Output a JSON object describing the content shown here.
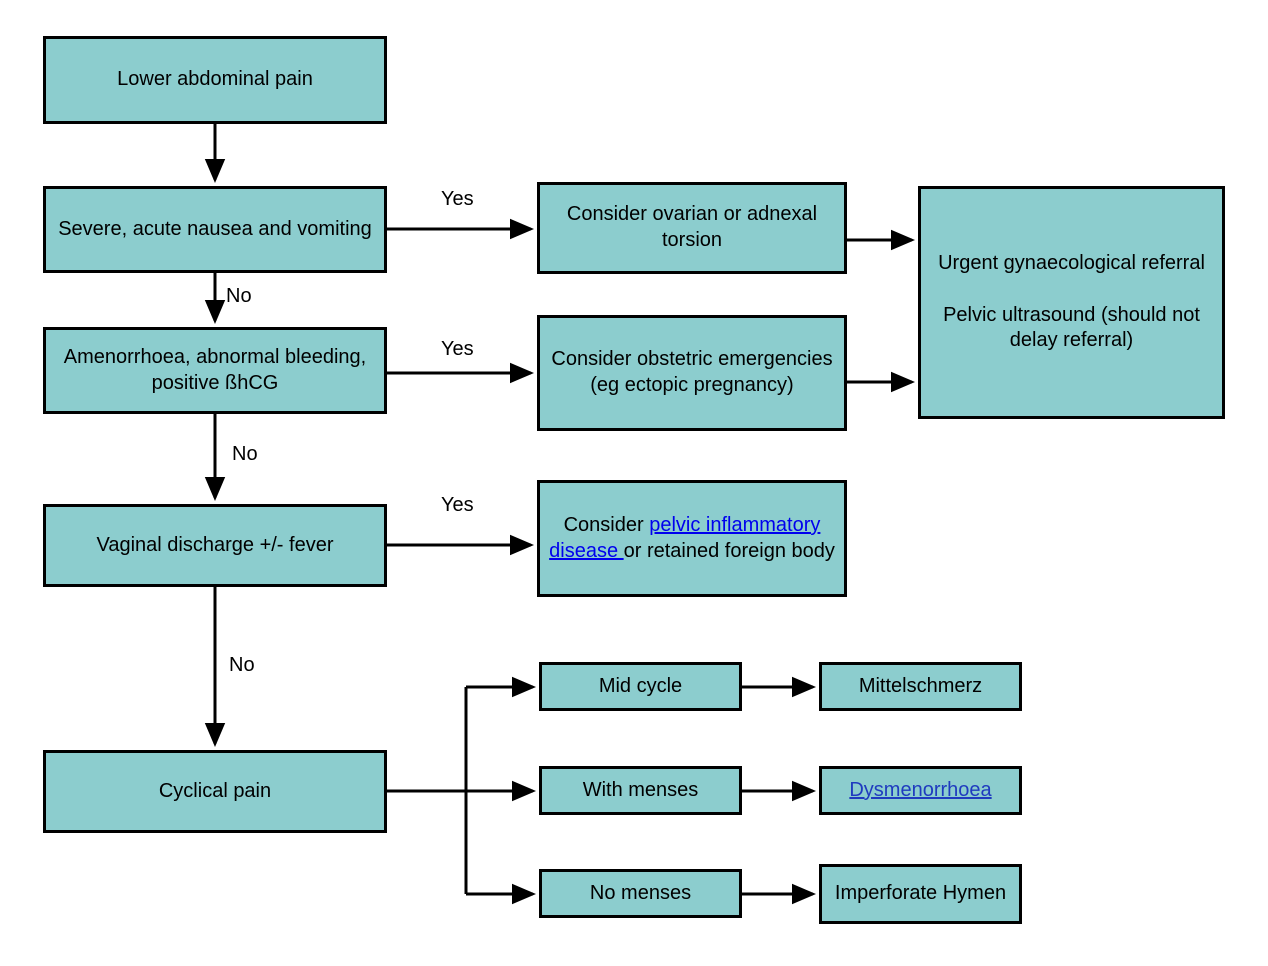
{
  "diagram": {
    "title": "Lower abdominal pain assessment flowchart",
    "colors": {
      "node_fill": "#8CCDCE",
      "node_border": "#000000",
      "connector": "#000000",
      "link_text": "#0000EE",
      "link_text_alt": "#1F3BBF",
      "background": "#FFFFFF"
    }
  },
  "nodes": {
    "lower_abdominal_pain": "Lower abdominal pain",
    "severe_nausea": "Severe, acute nausea and vomiting",
    "amenorrhoea": "Amenorrhoea, abnormal bleeding, positive ßhCG",
    "vaginal_discharge": "Vaginal discharge +/- fever",
    "cyclical_pain": "Cyclical pain",
    "torsion": "Consider ovarian or adnexal torsion",
    "obstetric": "Consider obstetric emergencies\n(eg ectopic pregnancy)",
    "pid_prefix": "Consider ",
    "pid_link": "pelvic inflammatory disease ",
    "pid_suffix": "or retained foreign body",
    "urgent_referral_line1": "Urgent gynaecological referral",
    "urgent_referral_line2": "Pelvic ultrasound (should not delay referral)",
    "mid_cycle": "Mid cycle",
    "with_menses": "With menses",
    "no_menses": "No menses",
    "mittelschmerz": "Mittelschmerz",
    "dysmenorrhoea": "Dysmenorrhoea",
    "imperforate_hymen": "Imperforate Hymen"
  },
  "edge_labels": {
    "yes_1": "Yes",
    "no_1": "No",
    "yes_2": "Yes",
    "no_2": "No",
    "yes_3": "Yes",
    "no_3": "No"
  },
  "chart_data": {
    "type": "flowchart",
    "title": "Lower abdominal pain assessment flowchart",
    "direction": "top-to-bottom with right branches",
    "decision_chain": [
      "Lower abdominal pain",
      "Severe, acute nausea and vomiting",
      "Amenorrhoea, abnormal bleeding, positive ßhCG",
      "Vaginal discharge +/- fever",
      "Cyclical pain"
    ],
    "edges": [
      {
        "from": "Lower abdominal pain",
        "to": "Severe, acute nausea and vomiting",
        "label": ""
      },
      {
        "from": "Severe, acute nausea and vomiting",
        "to": "Consider ovarian or adnexal torsion",
        "label": "Yes"
      },
      {
        "from": "Severe, acute nausea and vomiting",
        "to": "Amenorrhoea, abnormal bleeding, positive ßhCG",
        "label": "No"
      },
      {
        "from": "Consider ovarian or adnexal torsion",
        "to": "Urgent gynaecological referral / Pelvic ultrasound",
        "label": ""
      },
      {
        "from": "Amenorrhoea, abnormal bleeding, positive ßhCG",
        "to": "Consider obstetric emergencies (eg ectopic pregnancy)",
        "label": "Yes"
      },
      {
        "from": "Amenorrhoea, abnormal bleeding, positive ßhCG",
        "to": "Vaginal discharge +/- fever",
        "label": "No"
      },
      {
        "from": "Consider obstetric emergencies (eg ectopic pregnancy)",
        "to": "Urgent gynaecological referral / Pelvic ultrasound",
        "label": ""
      },
      {
        "from": "Vaginal discharge +/- fever",
        "to": "Consider pelvic inflammatory disease or retained foreign body",
        "label": "Yes"
      },
      {
        "from": "Vaginal discharge +/- fever",
        "to": "Cyclical pain",
        "label": "No"
      },
      {
        "from": "Cyclical pain",
        "to": "Mid cycle",
        "label": ""
      },
      {
        "from": "Cyclical pain",
        "to": "With menses",
        "label": ""
      },
      {
        "from": "Cyclical pain",
        "to": "No menses",
        "label": ""
      },
      {
        "from": "Mid cycle",
        "to": "Mittelschmerz",
        "label": ""
      },
      {
        "from": "With menses",
        "to": "Dysmenorrhoea",
        "label": ""
      },
      {
        "from": "No menses",
        "to": "Imperforate Hymen",
        "label": ""
      }
    ],
    "hyperlinks": [
      "pelvic inflammatory disease",
      "Dysmenorrhoea"
    ]
  }
}
